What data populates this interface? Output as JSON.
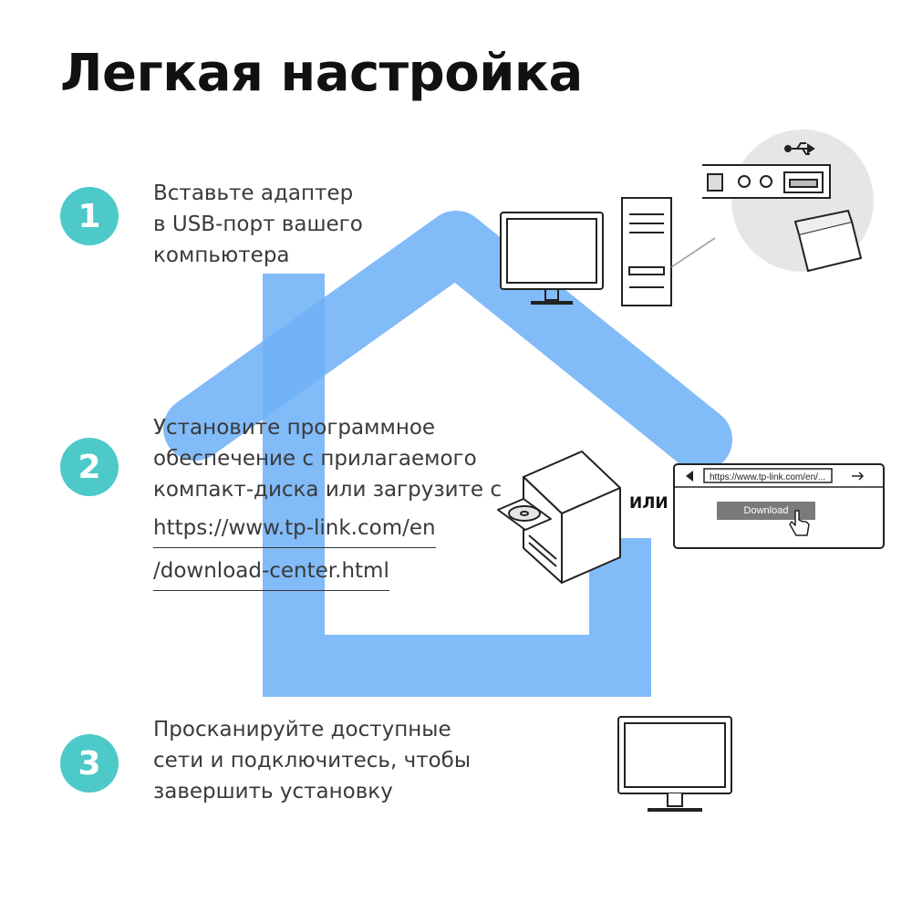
{
  "title": "Легкая настройка",
  "colors": {
    "badge": "#4dc9c9",
    "house": "#6fb2f7"
  },
  "steps": [
    {
      "number": "1",
      "lines": [
        "Вставьте адаптер",
        "в USB-порт вашего",
        "компьютера"
      ]
    },
    {
      "number": "2",
      "lines": [
        "Установите программное",
        "обеспечение с прилагаемого",
        "компакт-диска или загрузите с"
      ],
      "link_lines": [
        "https://www.tp-link.com/en",
        "/download-center.html"
      ]
    },
    {
      "number": "3",
      "lines": [
        "Просканируйте доступные",
        "сети и подключитесь, чтобы",
        "завершить установку"
      ]
    }
  ],
  "or_label": "ИЛИ",
  "browser": {
    "url": "https://www.tp-link.com/en/...",
    "download_label": "Download"
  },
  "icons": [
    "usb-icon",
    "computer-icon",
    "usb-adapter-icon",
    "cd-drive-tower-icon",
    "browser-window-icon",
    "hand-cursor-icon",
    "monitor-icon",
    "house-icon"
  ]
}
